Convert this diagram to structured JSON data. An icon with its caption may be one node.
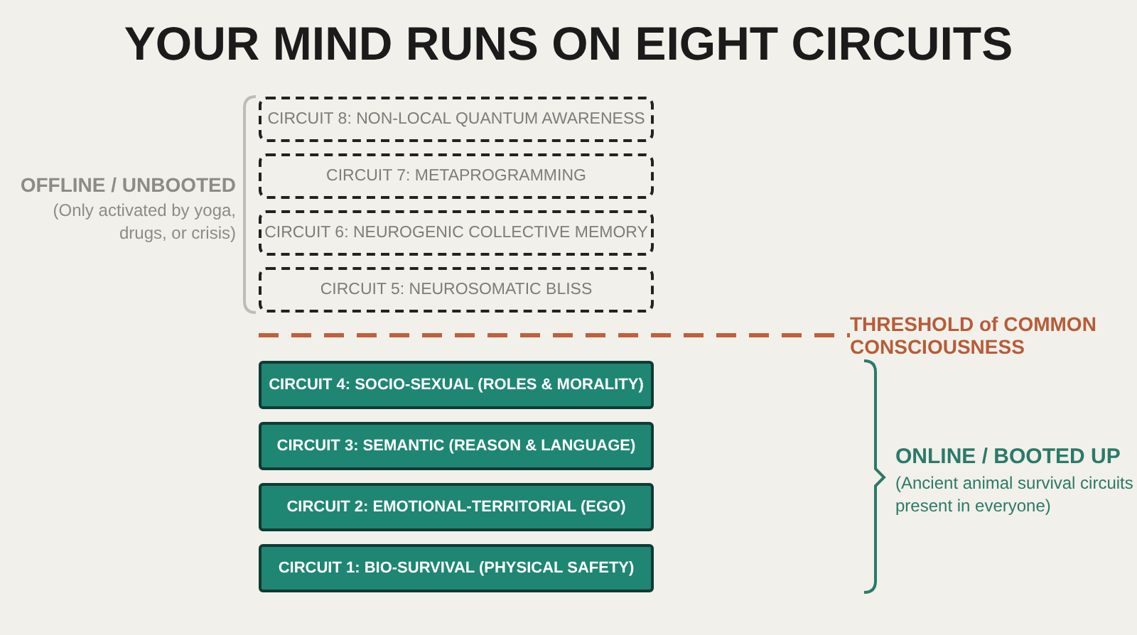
{
  "diagram": {
    "title": "YOUR MIND RUNS ON EIGHT CIRCUITS",
    "nodes": [
      {
        "text": [
          "CIRCUIT 8: NON-LOCAL QUANTUM AWARENESS"
        ]
      },
      {
        "text": [
          "CIRCUIT 7: METAPROGRAMMING"
        ]
      },
      {
        "text": [
          "CIRCUIT 6: NEUROGENIC COLLECTIVE MEMORY"
        ]
      },
      {
        "text": [
          "CIRCUIT 5: NEUROSOMATIC BLISS"
        ]
      },
      {
        "text": [
          "CIRCUIT 4: SOCIO-SEXUAL (ROLES & MORALITY)"
        ]
      },
      {
        "text": [
          "CIRCUIT 3: SEMANTIC (REASON & LANGUAGE)"
        ]
      },
      {
        "text": [
          "CIRCUIT 2: EMOTIONAL-TERRITORIAL (EGO)"
        ]
      },
      {
        "text": [
          "CIRCUIT 1: BIO-SURVIVAL (PHYSICAL SAFETY)"
        ]
      }
    ],
    "labels": [
      "OFFLINE / UNBOOTED",
      "(Only activated by yoga, drugs, or crisis)",
      "THRESHOLD of COMMON CONSCIOUSNESS",
      "ONLINE / BOOTED UP",
      "(Ancient animal survival circuits present in everyone)"
    ]
  }
}
